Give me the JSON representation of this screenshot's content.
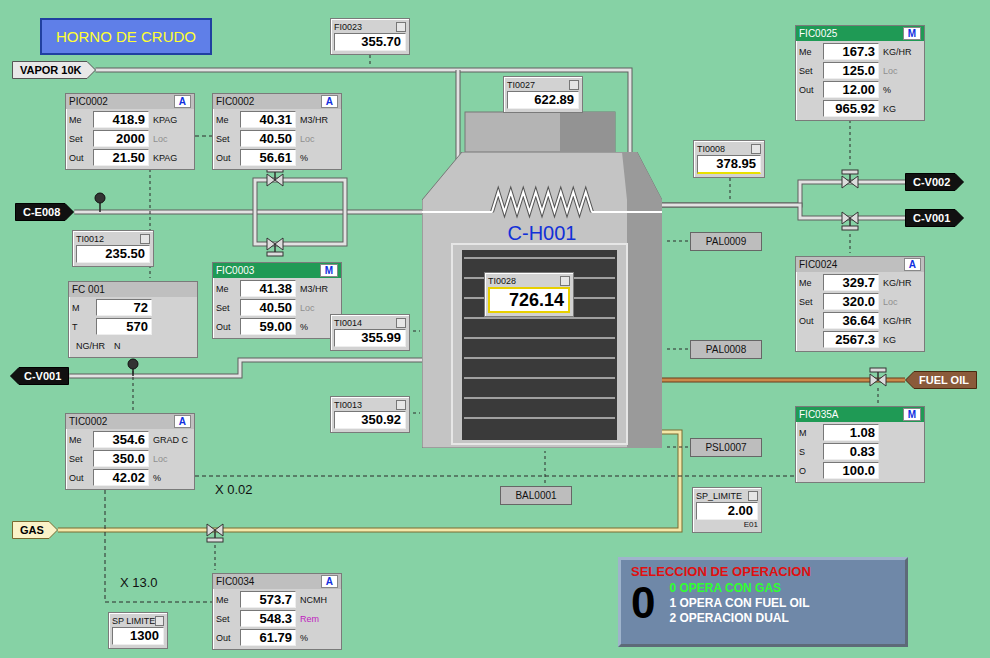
{
  "diagram": {
    "title": "HORNO DE CRUDO",
    "nodes": [
      {
        "text": [
          "FI0023",
          "355.70"
        ]
      },
      {
        "text": [
          "VAPOR 10K"
        ]
      },
      {
        "text": [
          "PIC0002",
          "A",
          "Me",
          "418.9",
          "KPAG",
          "Set",
          "2000",
          "Loc",
          "Out",
          "21.50",
          "KPAG"
        ]
      },
      {
        "text": [
          "FIC0002",
          "A",
          "Me",
          "40.31",
          "M3/HR",
          "Set",
          "40.50",
          "Loc",
          "Out",
          "56.61",
          "%"
        ]
      },
      {
        "text": [
          "TI0027",
          "622.89"
        ]
      },
      {
        "text": [
          "FIC0025",
          "M",
          "Me",
          "167.3",
          "KG/HR",
          "Set",
          "125.0",
          "Loc",
          "Out",
          "12.00",
          "%",
          "965.92",
          "KG"
        ]
      },
      {
        "text": [
          "TI0008",
          "378.95"
        ]
      },
      {
        "text": [
          "C-E008"
        ]
      },
      {
        "text": [
          "C-V002"
        ]
      },
      {
        "text": [
          "C-V001"
        ]
      },
      {
        "text": [
          "TI0012",
          "235.50"
        ]
      },
      {
        "text": [
          "C-H001"
        ]
      },
      {
        "text": [
          "TI0028",
          "726.14"
        ],
        "in": 11
      },
      {
        "text": [
          "PAL0009"
        ]
      },
      {
        "text": [
          "FIC0003",
          "M",
          "Me",
          "41.38",
          "M3/HR",
          "Set",
          "40.50",
          "Loc",
          "Out",
          "59.00",
          "%"
        ]
      },
      {
        "text": [
          "FC 001",
          "M",
          "72",
          "T",
          "570",
          "NG/HR",
          "N"
        ]
      },
      {
        "text": [
          "FIC0024",
          "A",
          "Me",
          "329.7",
          "KG/HR",
          "Set",
          "320.0",
          "Loc",
          "Out",
          "36.64",
          "KG/HR",
          "2567.3",
          "KG"
        ]
      },
      {
        "text": [
          "TI0014",
          "355.99"
        ]
      },
      {
        "text": [
          "PAL0008"
        ]
      },
      {
        "text": [
          "C-V001"
        ]
      },
      {
        "text": [
          "FUEL OIL"
        ]
      },
      {
        "text": [
          "TI0013",
          "350.92"
        ]
      },
      {
        "text": [
          "TIC0002",
          "A",
          "Me",
          "354.6",
          "GRAD C",
          "Set",
          "350.0",
          "Loc",
          "Out",
          "42.02",
          "%"
        ]
      },
      {
        "text": [
          "FIC035A",
          "M",
          "M",
          "1.08",
          "S",
          "0.83",
          "O",
          "100.0"
        ]
      },
      {
        "text": [
          "BAL0001"
        ]
      },
      {
        "text": [
          "PSL0007"
        ]
      },
      {
        "text": [
          "SP_LIMITE",
          "2.00",
          "E01"
        ]
      },
      {
        "text": [
          "GAS"
        ]
      },
      {
        "text": [
          "SP LIMITE",
          "1300"
        ]
      },
      {
        "text": [
          "FIC0034",
          "A",
          "Me",
          "573.7",
          "NCMH",
          "Set",
          "548.3",
          "Rem",
          "Out",
          "61.79",
          "%"
        ]
      },
      {
        "text": [
          "SELECCION DE OPERACION",
          "0",
          "0 OPERA CON GAS",
          "1 OPERA CON FUEL OIL",
          "2 OPERACION DUAL"
        ]
      }
    ],
    "edges": [
      {
        "from": 7,
        "to": 11,
        "arrow": "none"
      },
      {
        "from": 11,
        "to": 8,
        "arrow": "none"
      },
      {
        "from": 11,
        "to": 9,
        "arrow": "none"
      },
      {
        "from": 11,
        "to": 19,
        "arrow": "none"
      },
      {
        "from": 20,
        "to": 11,
        "arrow": "none"
      },
      {
        "from": 27,
        "to": 11,
        "arrow": "none"
      },
      {
        "from": 1,
        "to": 11,
        "arrow": "none"
      },
      {
        "from": 2,
        "to": 3,
        "arrow": "none"
      },
      {
        "from": 22,
        "to": 23,
        "arrow": "none"
      },
      {
        "from": 22,
        "to": 29,
        "arrow": "none"
      }
    ],
    "labels": [
      "X 0.02",
      "X 13.0"
    ]
  }
}
